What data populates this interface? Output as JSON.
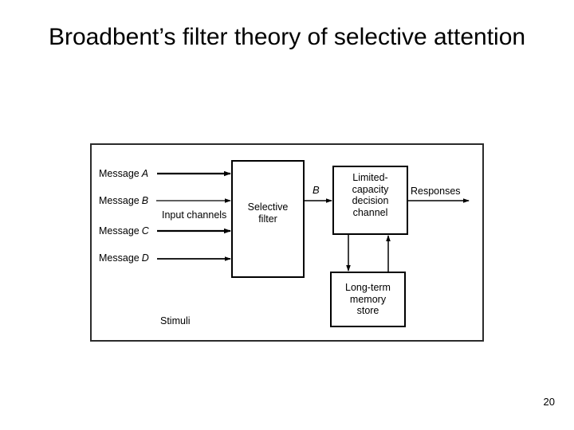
{
  "slide": {
    "title": "Broadbent’s filter theory of selective attention",
    "page_number": "20"
  },
  "diagram": {
    "messages": [
      {
        "prefix": "Message",
        "letter": "A"
      },
      {
        "prefix": "Message",
        "letter": "B"
      },
      {
        "prefix": "Message",
        "letter": "C"
      },
      {
        "prefix": "Message",
        "letter": "D"
      }
    ],
    "input_channels_label": "Input channels",
    "stimuli_label": "Stimuli",
    "selective_filter": {
      "line1": "Selective",
      "line2": "filter"
    },
    "channel_label": "B",
    "decision_channel": {
      "line1": "Limited-",
      "line2": "capacity",
      "line3": "decision",
      "line4": "channel"
    },
    "memory_store": {
      "line1": "Long-term",
      "line2": "memory",
      "line3": "store"
    },
    "responses_label": "Responses",
    "colors": {
      "line": "#000000",
      "frame": "#2b2b2b",
      "background": "#ffffff"
    }
  }
}
